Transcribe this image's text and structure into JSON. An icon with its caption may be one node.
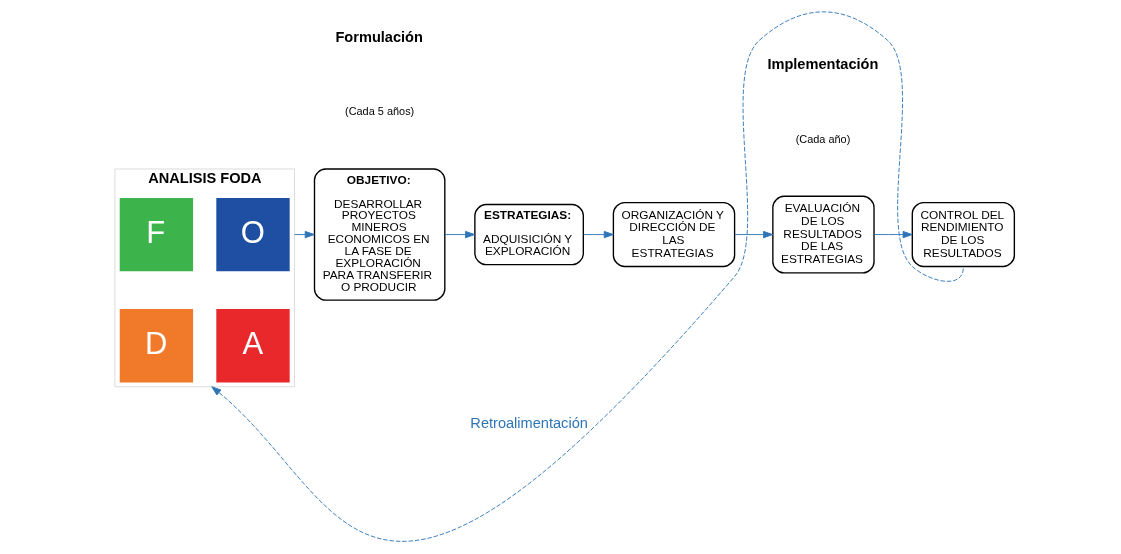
{
  "diagram": {
    "nodes": [
      {
        "text": [
          "ANALISIS FODA"
        ]
      },
      {
        "text": [
          "D"
        ],
        "in": 0
      },
      {
        "text": [
          "A"
        ],
        "in": 0
      },
      {
        "text": [
          "F"
        ],
        "in": 0
      },
      {
        "text": [
          "O"
        ],
        "in": 0
      },
      {
        "text": [
          "OBJETIVO:",
          "DESARROLLAR PROYECTOS MINEROS ECONOMICOS EN LA FASE DE EXPLORACIÓN PARA TRANSFERIR O PRODUCIR"
        ]
      },
      {
        "text": [
          "ESTRATEGIAS:",
          "ADQUISICIÓN Y EXPLORACIÓN"
        ]
      },
      {
        "text": [
          "ORGANIZACIÓN Y DIRECCIÓN DE LAS ESTRATEGIAS"
        ]
      },
      {
        "text": [
          "EVALUACIÓN DE LOS RESULTADOS DE LAS ESTRATEGIAS"
        ]
      },
      {
        "text": [
          "CONTROL DEL RENDIMIENTO DE LOS RESULTADOS"
        ]
      }
    ],
    "edges": [
      {
        "from": 0,
        "to": 5,
        "arrow": "to"
      },
      {
        "from": 5,
        "to": 6,
        "arrow": "to"
      },
      {
        "from": 6,
        "to": 7,
        "arrow": "to"
      },
      {
        "from": 7,
        "to": 8,
        "arrow": "to"
      },
      {
        "from": 8,
        "to": 9,
        "arrow": "to"
      },
      {
        "from": 9,
        "to": 0,
        "arrow": "to",
        "label": "Retroalimentación",
        "style": "dashed"
      }
    ],
    "labels": [
      "Formulación",
      "(Cada 5 años)",
      "Implementación",
      "(Cada año)"
    ]
  }
}
